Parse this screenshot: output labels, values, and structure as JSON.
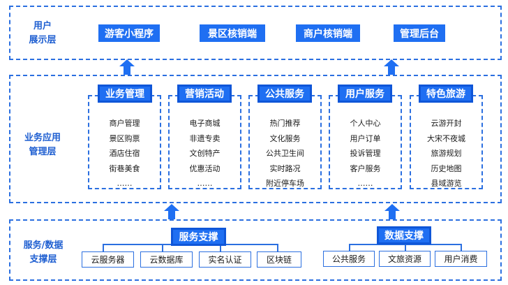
{
  "layers": {
    "top": {
      "label_lines": [
        "用户",
        "展示层"
      ],
      "boxes": [
        "游客小程序",
        "景区核销端",
        "商户核销端",
        "管理后台"
      ]
    },
    "middle": {
      "label_lines": [
        "业务应用",
        "管理层"
      ],
      "columns": [
        {
          "title": "业务管理",
          "items": [
            "商户管理",
            "景区购票",
            "酒店住宿",
            "街巷美食",
            "……"
          ]
        },
        {
          "title": "营销活动",
          "items": [
            "电子商城",
            "非遗专卖",
            "文创特产",
            "优惠活动",
            "……"
          ]
        },
        {
          "title": "公共服务",
          "items": [
            "热门推荐",
            "文化服务",
            "公共卫生间",
            "实时路况",
            "附近停车场"
          ]
        },
        {
          "title": "用户服务",
          "items": [
            "个人中心",
            "用户订单",
            "投诉管理",
            "客户服务",
            "……"
          ]
        },
        {
          "title": "特色旅游",
          "items": [
            "云游开封",
            "大宋不夜城",
            "旅游规划",
            "历史地图",
            "县域游览"
          ]
        }
      ]
    },
    "bottom": {
      "label_lines": [
        "服务/数据",
        "支撑层"
      ],
      "groups": [
        {
          "title": "服务支撑",
          "items": [
            "云服务器",
            "云数据库",
            "实名认证",
            "区块链"
          ]
        },
        {
          "title": "数据支撑",
          "items": [
            "公共服务",
            "文旅资源",
            "用户消费"
          ]
        }
      ]
    }
  },
  "colors": {
    "accent": "#1f6ff2",
    "border": "#2b6fe0"
  }
}
